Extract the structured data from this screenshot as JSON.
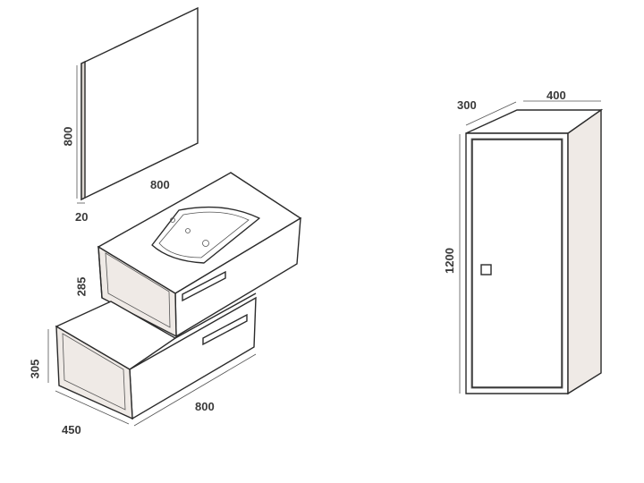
{
  "dimensions": {
    "mirror_height": "800",
    "mirror_width": "800",
    "mirror_depth": "20",
    "upper_cabinet_height": "285",
    "lower_cabinet_height": "305",
    "lower_cabinet_width": "800",
    "lower_cabinet_depth": "450",
    "column_depth": "300",
    "column_width": "400",
    "column_height": "1200"
  }
}
